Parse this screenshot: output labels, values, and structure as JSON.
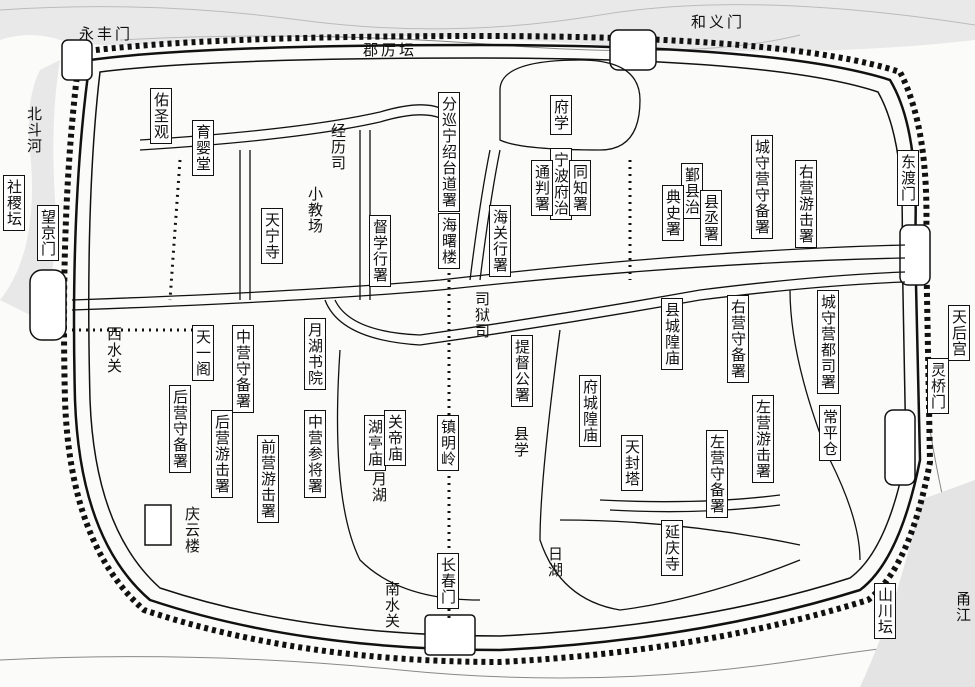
{
  "map": {
    "title": "宁波府城图",
    "labels": [
      {
        "id": "yongfengmen",
        "text": "永丰门"
      },
      {
        "id": "junlitan",
        "text": "郡厉坛"
      },
      {
        "id": "heyimen",
        "text": "和义门"
      },
      {
        "id": "youshengguan",
        "text": "佑圣观"
      },
      {
        "id": "yuyingtang",
        "text": "育婴堂"
      },
      {
        "id": "jinglisi",
        "text": "经历司"
      },
      {
        "id": "beidouhe",
        "text": "北斗河"
      },
      {
        "id": "shejitan",
        "text": "社稷坛"
      },
      {
        "id": "wangjingmen",
        "text": "望京门"
      },
      {
        "id": "xiaojiaochang",
        "text": "小教场"
      },
      {
        "id": "tianningsi",
        "text": "天宁寺"
      },
      {
        "id": "duxuexingshu",
        "text": "督学行署"
      },
      {
        "id": "fenxundaoshu",
        "text": "分巡宁绍台道署"
      },
      {
        "id": "haishulou",
        "text": "海曙楼"
      },
      {
        "id": "haiguanxingshu",
        "text": "海关行署"
      },
      {
        "id": "fuxue",
        "text": "府学"
      },
      {
        "id": "ningbofuzhi",
        "text": "宁波府治"
      },
      {
        "id": "tongpanshu",
        "text": "通判署"
      },
      {
        "id": "tongzhishu",
        "text": "同知署"
      },
      {
        "id": "yinxianzhi",
        "text": "鄞县治"
      },
      {
        "id": "dianshishu",
        "text": "典史署"
      },
      {
        "id": "xianchengshu",
        "text": "县丞署"
      },
      {
        "id": "chengshouyingshoubeishu",
        "text": "城守营守备署"
      },
      {
        "id": "youyingyoujishu",
        "text": "右营游击署"
      },
      {
        "id": "dongdumen",
        "text": "东渡门"
      },
      {
        "id": "xishuiguan",
        "text": "西水关"
      },
      {
        "id": "tianyige",
        "text": "天一阁"
      },
      {
        "id": "zhongyingshoubeishu",
        "text": "中营守备署"
      },
      {
        "id": "yuehushuyuan",
        "text": "月湖书院"
      },
      {
        "id": "houyingshoubeishu",
        "text": "后营守备署"
      },
      {
        "id": "houyingyoujishu",
        "text": "后营游击署"
      },
      {
        "id": "qianyingyoujishu",
        "text": "前营游击署"
      },
      {
        "id": "zhongyingcanjiangshu",
        "text": "中营参将署"
      },
      {
        "id": "hutingmiao",
        "text": "湖亭庙"
      },
      {
        "id": "guandimiao",
        "text": "关帝庙"
      },
      {
        "id": "yuehu",
        "text": "月湖"
      },
      {
        "id": "zhenmingling",
        "text": "镇明岭"
      },
      {
        "id": "siyusi",
        "text": "司狱司"
      },
      {
        "id": "tidugongshu",
        "text": "提督公署"
      },
      {
        "id": "xianxue",
        "text": "县学"
      },
      {
        "id": "fuchenghuangmiao",
        "text": "府城隍庙"
      },
      {
        "id": "xianchenghuangmiao",
        "text": "县城隍庙"
      },
      {
        "id": "youyingshoubeishu",
        "text": "右营守备署"
      },
      {
        "id": "chengshouyingdusishu",
        "text": "城守营都司署"
      },
      {
        "id": "tianhougong",
        "text": "天后宫"
      },
      {
        "id": "lingqiaomen",
        "text": "灵桥门"
      },
      {
        "id": "changpingcang",
        "text": "常平仓"
      },
      {
        "id": "zuoyingyoujishu",
        "text": "左营游击署"
      },
      {
        "id": "tianfengta",
        "text": "天封塔"
      },
      {
        "id": "zuoyingshoubeishu",
        "text": "左营守备署"
      },
      {
        "id": "yanqingsi",
        "text": "延庆寺"
      },
      {
        "id": "rihu",
        "text": "日湖"
      },
      {
        "id": "qingyunlou",
        "text": "庆云楼"
      },
      {
        "id": "changchunmen",
        "text": "长春门"
      },
      {
        "id": "nanshuiguan",
        "text": "南水关"
      },
      {
        "id": "shanchuantan",
        "text": "山川坛"
      },
      {
        "id": "yongjiang",
        "text": "甬江"
      }
    ]
  }
}
